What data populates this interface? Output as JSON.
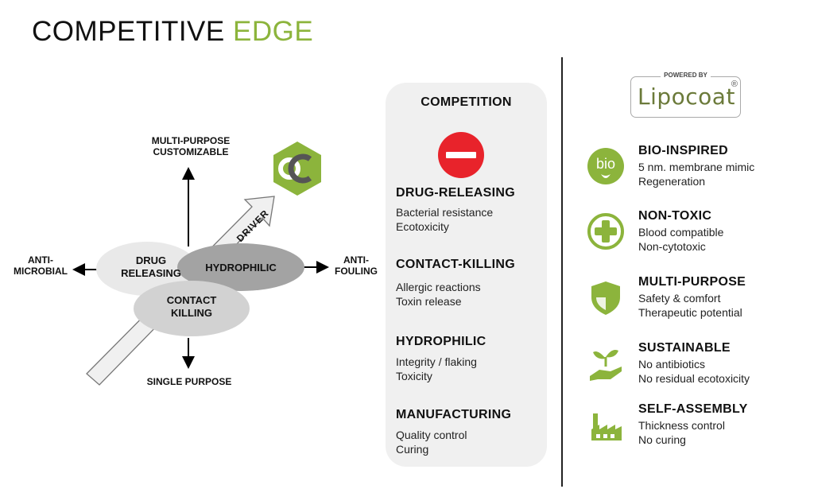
{
  "title": {
    "main": "COMPETITIVE ",
    "accent": "EDGE"
  },
  "diagram": {
    "axis_top": [
      "MULTI-PURPOSE",
      "CUSTOMIZABLE"
    ],
    "axis_bottom": "SINGLE PURPOSE",
    "axis_left": [
      "ANTI-",
      "MICROBIAL"
    ],
    "axis_right": [
      "ANTI-",
      "FOULING"
    ],
    "driver": "DRIVER",
    "ellipses": {
      "drug": [
        "DRUG",
        "RELEASING"
      ],
      "hydrophilic": "HYDROPHILIC",
      "contact": [
        "CONTACT",
        "KILLING"
      ]
    }
  },
  "competition": {
    "title": "COMPETITION",
    "items": [
      {
        "heading": "DRUG-RELEASING",
        "lines": [
          "Bacterial resistance",
          "Ecotoxicity"
        ]
      },
      {
        "heading": "CONTACT-KILLING",
        "lines": [
          "Allergic reactions",
          "Toxin release"
        ]
      },
      {
        "heading": "HYDROPHILIC",
        "lines": [
          "Integrity / flaking",
          "Toxicity"
        ]
      },
      {
        "heading": "MANUFACTURING",
        "lines": [
          "Quality control",
          "Curing"
        ]
      }
    ]
  },
  "logo": {
    "powered_by": "POWERED BY",
    "text": "Lipocoat",
    "mark": "®"
  },
  "features": [
    {
      "icon": "bio-icon",
      "icon_text": "bio",
      "heading": "BIO-INSPIRED",
      "lines": [
        "5 nm. membrane mimic",
        "Regeneration"
      ]
    },
    {
      "icon": "plus-icon",
      "heading": "NON-TOXIC",
      "lines": [
        "Blood compatible",
        "Non-cytotoxic"
      ]
    },
    {
      "icon": "shield-icon",
      "heading": "MULTI-PURPOSE",
      "lines": [
        "Safety & comfort",
        "Therapeutic potential"
      ]
    },
    {
      "icon": "plant-hand-icon",
      "heading": "SUSTAINABLE",
      "lines": [
        "No antibiotics",
        "No residual ecotoxicity"
      ]
    },
    {
      "icon": "factory-icon",
      "heading": "SELF-ASSEMBLY",
      "lines": [
        "Thickness control",
        "No curing"
      ]
    }
  ],
  "colors": {
    "accent": "#8cb43c",
    "stop": "#e8232b",
    "panel": "#f0f0f0"
  }
}
